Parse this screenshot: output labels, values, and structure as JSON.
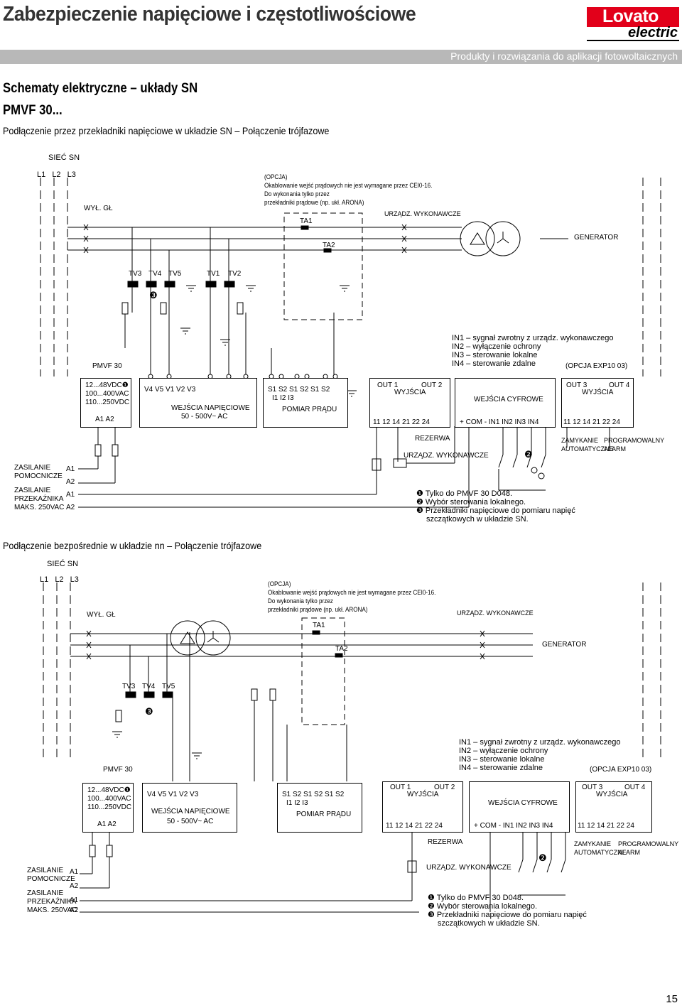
{
  "header": {
    "title": "Zabezpieczenie napięciowe i częstotliwościowe",
    "logo_word": "Lovato",
    "logo_sub": "electric",
    "tagline": "Produkty i rozwiązania do aplikacji fotowoltaicznych"
  },
  "section": {
    "title1": "Schematy elektryczne – układy SN",
    "title2": "PMVF 30..."
  },
  "diagram1": {
    "heading": "Podłączenie przez przekładniki napięciowe w układzie SN – Połączenie trójfazowe",
    "network": "SIEĆ SN",
    "phases": [
      "L1",
      "L2",
      "L3"
    ],
    "main_switch": "WYŁ. GŁ",
    "option_note": [
      "(OPCJA)",
      "Okablowanie wejść prądowych nie jest wymagane przez CEI0-16.",
      "Do wykonania tylko przez",
      "przekładniki prądowe (np. ukł. ARONA)"
    ],
    "ta1": "TA1",
    "ta2": "TA2",
    "generator_device": "URZĄDZ. WYKONAWCZE",
    "generator": "GENERATOR",
    "tv_labels": [
      "TV3",
      "TV4",
      "TV5",
      "TV1",
      "TV2"
    ],
    "note3": "❸",
    "pmvf": "PMVF 30",
    "supply_block": [
      "12...48VDC❶",
      "100...400VAC",
      "110...250VDC"
    ],
    "supply_terms": "A1  A2",
    "volt_terms": "V4  V5          V1       V2  V3",
    "volt_title": "WEJŚCIA NAPIĘCIOWE",
    "volt_range": "50 - 500V~ AC",
    "curr_terms": "S1 S2   S1 S2   S1 S2",
    "curr_i": "I1         I2         I3",
    "curr_title": "POMIAR PRĄDU",
    "in_legend": [
      "IN1 – sygnał zwrotny z urządz. wykonawczego",
      "IN2 – wyłączenie ochrony",
      "IN3 – sterowanie lokalne",
      "IN4 – sterowanie zdalne"
    ],
    "exp_option": "(OPCJA EXP10 03)",
    "out1": "OUT 1",
    "out2": "OUT 2",
    "outputs": "WYJŚCIA",
    "out_terms": "11  12  14     21  22  24",
    "spare": "REZERWA",
    "digital_in": "WEJŚCIA CYFROWE",
    "din_terms": "+  COM  -      IN1 IN2 IN3 IN4",
    "out3": "OUT 3",
    "out4": "OUT 4",
    "outputs2": "WYJŚCIA",
    "out34_terms": "11  12  14     21  22  24",
    "closing": [
      "ZAMYKANIE",
      "AUTOMATYCZNE"
    ],
    "prog": [
      "PROGRAMOWALNY",
      "ALARM"
    ],
    "device2": "URZĄDZ. WYKONAWCZE",
    "aux": [
      "ZASILANIE",
      "POMOCNICZE"
    ],
    "relay": [
      "ZASILANIE",
      "PRZEKAŹNIKA",
      "MAKS. 250VAC"
    ],
    "a_terms": [
      "A1",
      "A2",
      "A1",
      "A2"
    ],
    "notes": [
      "❶ Tylko do PMVF 30 D048.",
      "❷ Wybór sterowania lokalnego.",
      "❸ Przekładniki napięciowe do pomiaru napięć",
      "szczątkowych w układzie SN."
    ],
    "badge2": "❷"
  },
  "diagram2": {
    "heading": "Podłączenie bezpośrednie w układzie nn – Połączenie trójfazowe",
    "network": "SIEĆ SN",
    "phases": [
      "L1",
      "L2",
      "L3"
    ],
    "main_switch": "WYŁ. GŁ",
    "option_note": [
      "(OPCJA)",
      "Okablowanie wejść prądowych nie jest wymagane przez CEI0-16.",
      "Do wykonania tylko przez",
      "przekładniki prądowe (np. ukł. ARONA)"
    ],
    "ta1": "TA1",
    "ta2": "TA2",
    "generator_device": "URZĄDZ. WYKONAWCZE",
    "generator": "GENERATOR",
    "tv_labels": [
      "TV3",
      "TV4",
      "TV5"
    ],
    "note3": "❸",
    "pmvf": "PMVF 30",
    "supply_block": [
      "12...48VDC❶",
      "100...400VAC",
      "110...250VDC"
    ],
    "supply_terms": "A1  A2",
    "volt_terms": "V4  V5         V1  V2  V3",
    "volt_title": "WEJŚCIA NAPIĘCIOWE",
    "volt_range": "50 - 500V~ AC",
    "curr_terms": "S1 S2   S1 S2   S1 S2",
    "curr_i": "I1         I2         I3",
    "curr_title": "POMIAR PRĄDU",
    "in_legend": [
      "IN1 – sygnał zwrotny z urządz. wykonawczego",
      "IN2 – wyłączenie ochrony",
      "IN3 – sterowanie lokalne",
      "IN4 – sterowanie zdalne"
    ],
    "exp_option": "(OPCJA EXP10 03)",
    "out1": "OUT 1",
    "out2": "OUT 2",
    "outputs": "WYJŚCIA",
    "out_terms": "11  12  14     21  22  24",
    "spare": "REZERWA",
    "digital_in": "WEJŚCIA CYFROWE",
    "din_terms": "+  COM  -      IN1 IN2 IN3 IN4",
    "out3": "OUT 3",
    "out4": "OUT 4",
    "outputs2": "WYJŚCIA",
    "out34_terms": "11  12  14     21  22  24",
    "closing": [
      "ZAMYKANIE",
      "AUTOMATYCZNE"
    ],
    "prog": [
      "PROGRAMOWALNY",
      "ALARM"
    ],
    "device2": "URZĄDZ. WYKONAWCZE",
    "aux": [
      "ZASILANIE",
      "POMOCNICZE"
    ],
    "relay": [
      "ZASILANIE",
      "PRZEKAŹNIKA",
      "MAKS. 250VAC"
    ],
    "a_terms": [
      "A1",
      "A2",
      "A1",
      "A2"
    ],
    "notes": [
      "❶ Tylko do PMVF 30 D048.",
      "❷ Wybór sterowania lokalnego.",
      "❸ Przekładniki napięciowe do pomiaru napięć",
      "szczątkowych w układzie SN."
    ],
    "badge2": "❷"
  },
  "page_number": "15",
  "colors": {
    "brand_red": "#e2001a",
    "band_grey": "#b8b8b8",
    "title_grey": "#333333"
  }
}
